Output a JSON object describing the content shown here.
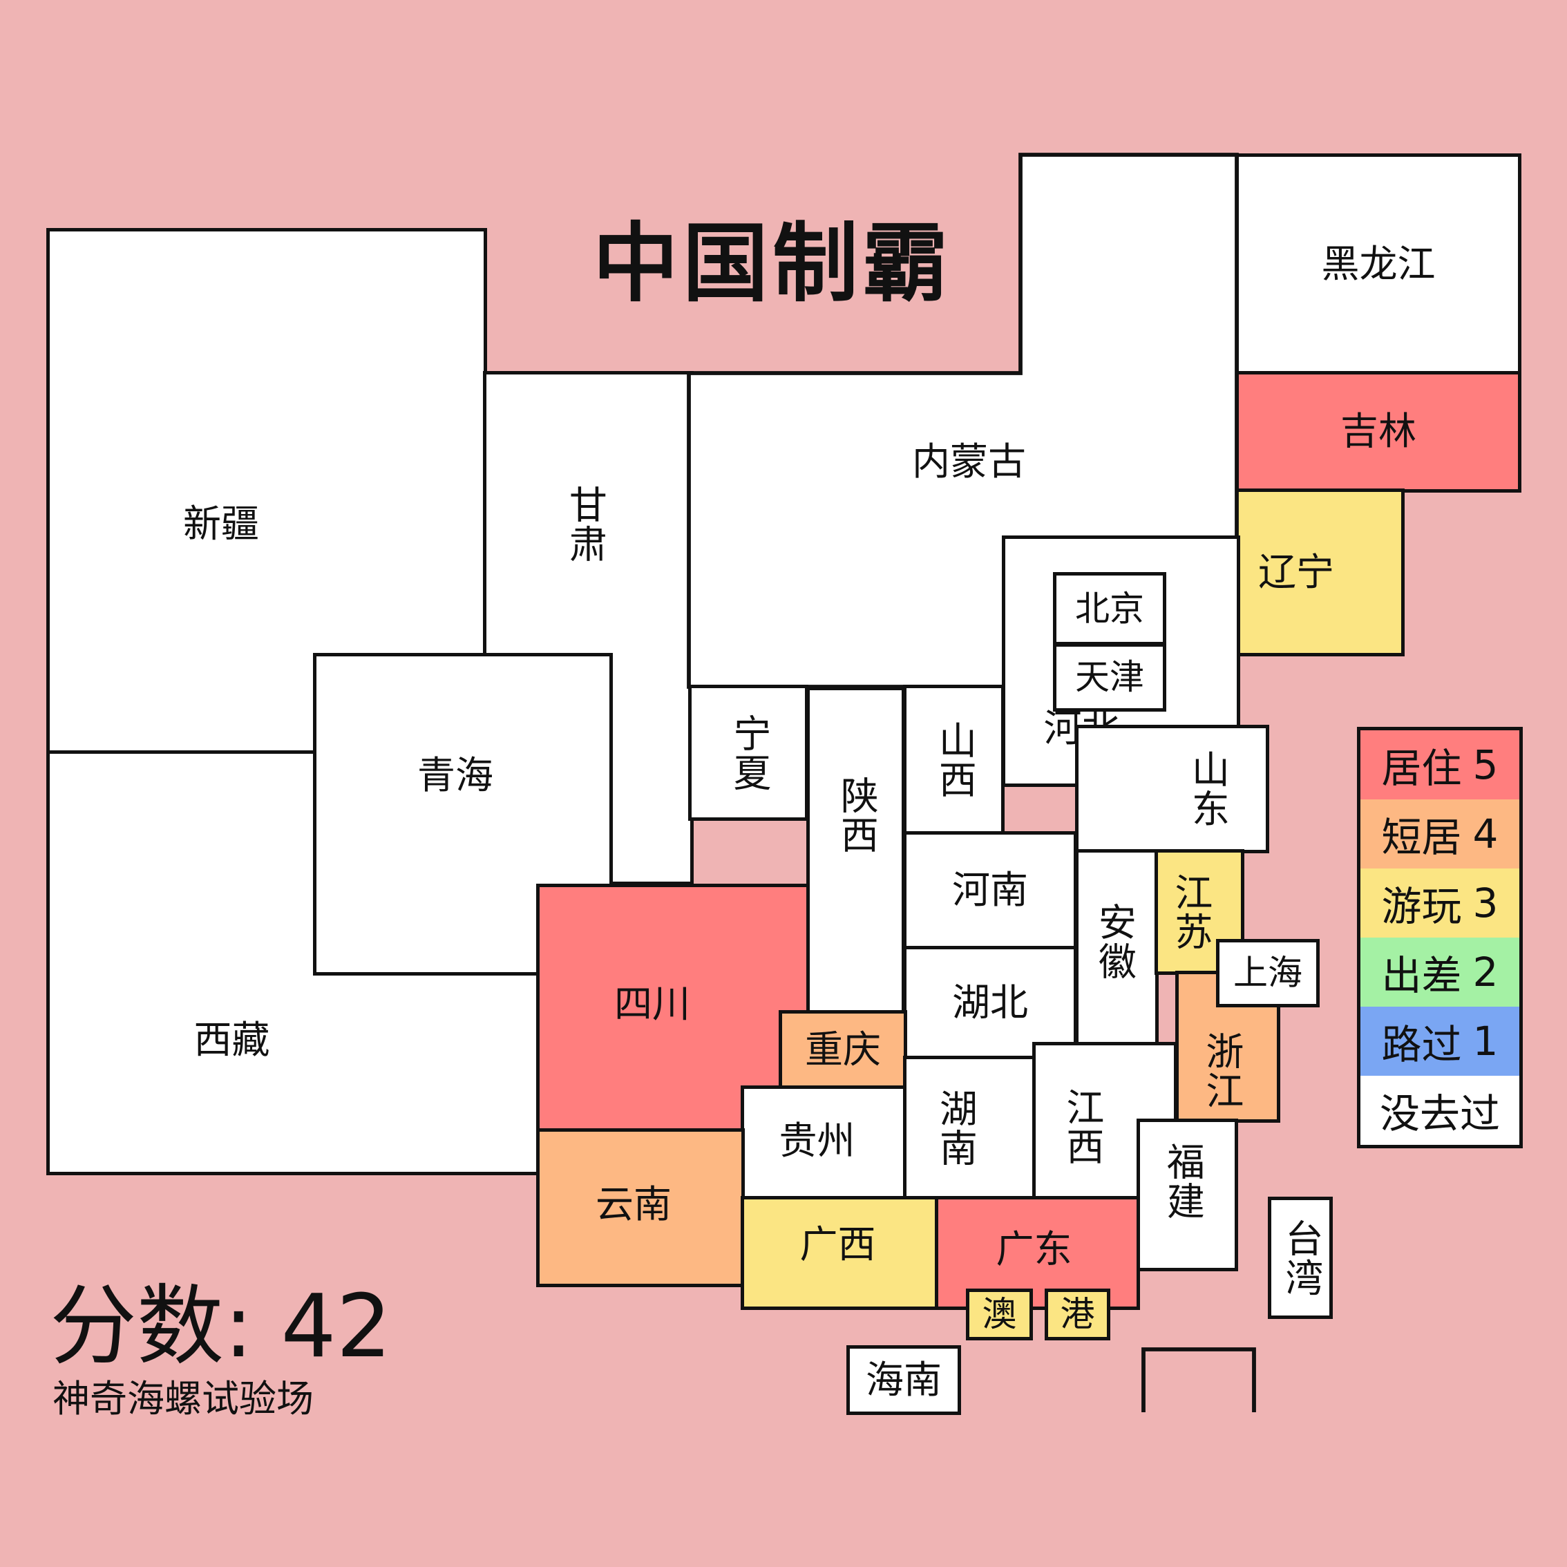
{
  "title": "中国制霸",
  "score": {
    "label": "分数:",
    "value": "42"
  },
  "subtitle": "神奇海螺试验场",
  "level_colors": {
    "5": "#ff7e7e",
    "4": "#fdb883",
    "3": "#fbe583",
    "2": "#a4f1a4",
    "1": "#7aa6f3",
    "0": "#ffffff"
  },
  "legend": [
    {
      "label": "居住",
      "value": "5",
      "level": 5
    },
    {
      "label": "短居",
      "value": "4",
      "level": 4
    },
    {
      "label": "游玩",
      "value": "3",
      "level": 3
    },
    {
      "label": "出差",
      "value": "2",
      "level": 2
    },
    {
      "label": "路过",
      "value": "1",
      "level": 1
    },
    {
      "label": "没去过",
      "value": "",
      "level": 0
    }
  ],
  "provinces": {
    "heilongjiang": {
      "name": "黑龙江",
      "level": 0
    },
    "jilin": {
      "name": "吉林",
      "level": 5
    },
    "liaoning": {
      "name": "辽宁",
      "level": 3
    },
    "neimenggu": {
      "name": "内蒙古",
      "level": 0
    },
    "xinjiang": {
      "name": "新疆",
      "level": 0
    },
    "gansu": {
      "name": "甘肃",
      "level": 0
    },
    "qinghai": {
      "name": "青海",
      "level": 0
    },
    "xizang": {
      "name": "西藏",
      "level": 0
    },
    "sichuan": {
      "name": "四川",
      "level": 5
    },
    "chongqing": {
      "name": "重庆",
      "level": 4
    },
    "yunnan": {
      "name": "云南",
      "level": 4
    },
    "guizhou": {
      "name": "贵州",
      "level": 0
    },
    "guangxi": {
      "name": "广西",
      "level": 3
    },
    "guangdong": {
      "name": "广东",
      "level": 5
    },
    "aomen": {
      "name": "澳",
      "level": 3
    },
    "xianggang": {
      "name": "港",
      "level": 3
    },
    "hainan": {
      "name": "海南",
      "level": 0
    },
    "ningxia": {
      "name": "宁夏",
      "level": 0
    },
    "shaanxi": {
      "name": "陕西",
      "level": 0
    },
    "shanxi": {
      "name": "山西",
      "level": 0
    },
    "hebei": {
      "name": "河北",
      "level": 0
    },
    "beijing": {
      "name": "北京",
      "level": 0
    },
    "tianjin": {
      "name": "天津",
      "level": 0
    },
    "shandong": {
      "name": "山东",
      "level": 0
    },
    "henan": {
      "name": "河南",
      "level": 0
    },
    "hubei": {
      "name": "湖北",
      "level": 0
    },
    "hunan": {
      "name": "湖南",
      "level": 0
    },
    "jiangxi": {
      "name": "江西",
      "level": 0
    },
    "anhui": {
      "name": "安徽",
      "level": 0
    },
    "jiangsu": {
      "name": "江苏",
      "level": 3
    },
    "shanghai": {
      "name": "上海",
      "level": 0
    },
    "zhejiang": {
      "name": "浙江",
      "level": 4
    },
    "fujian": {
      "name": "福建",
      "level": 0
    },
    "taiwan": {
      "name": "台湾",
      "level": 0
    }
  }
}
